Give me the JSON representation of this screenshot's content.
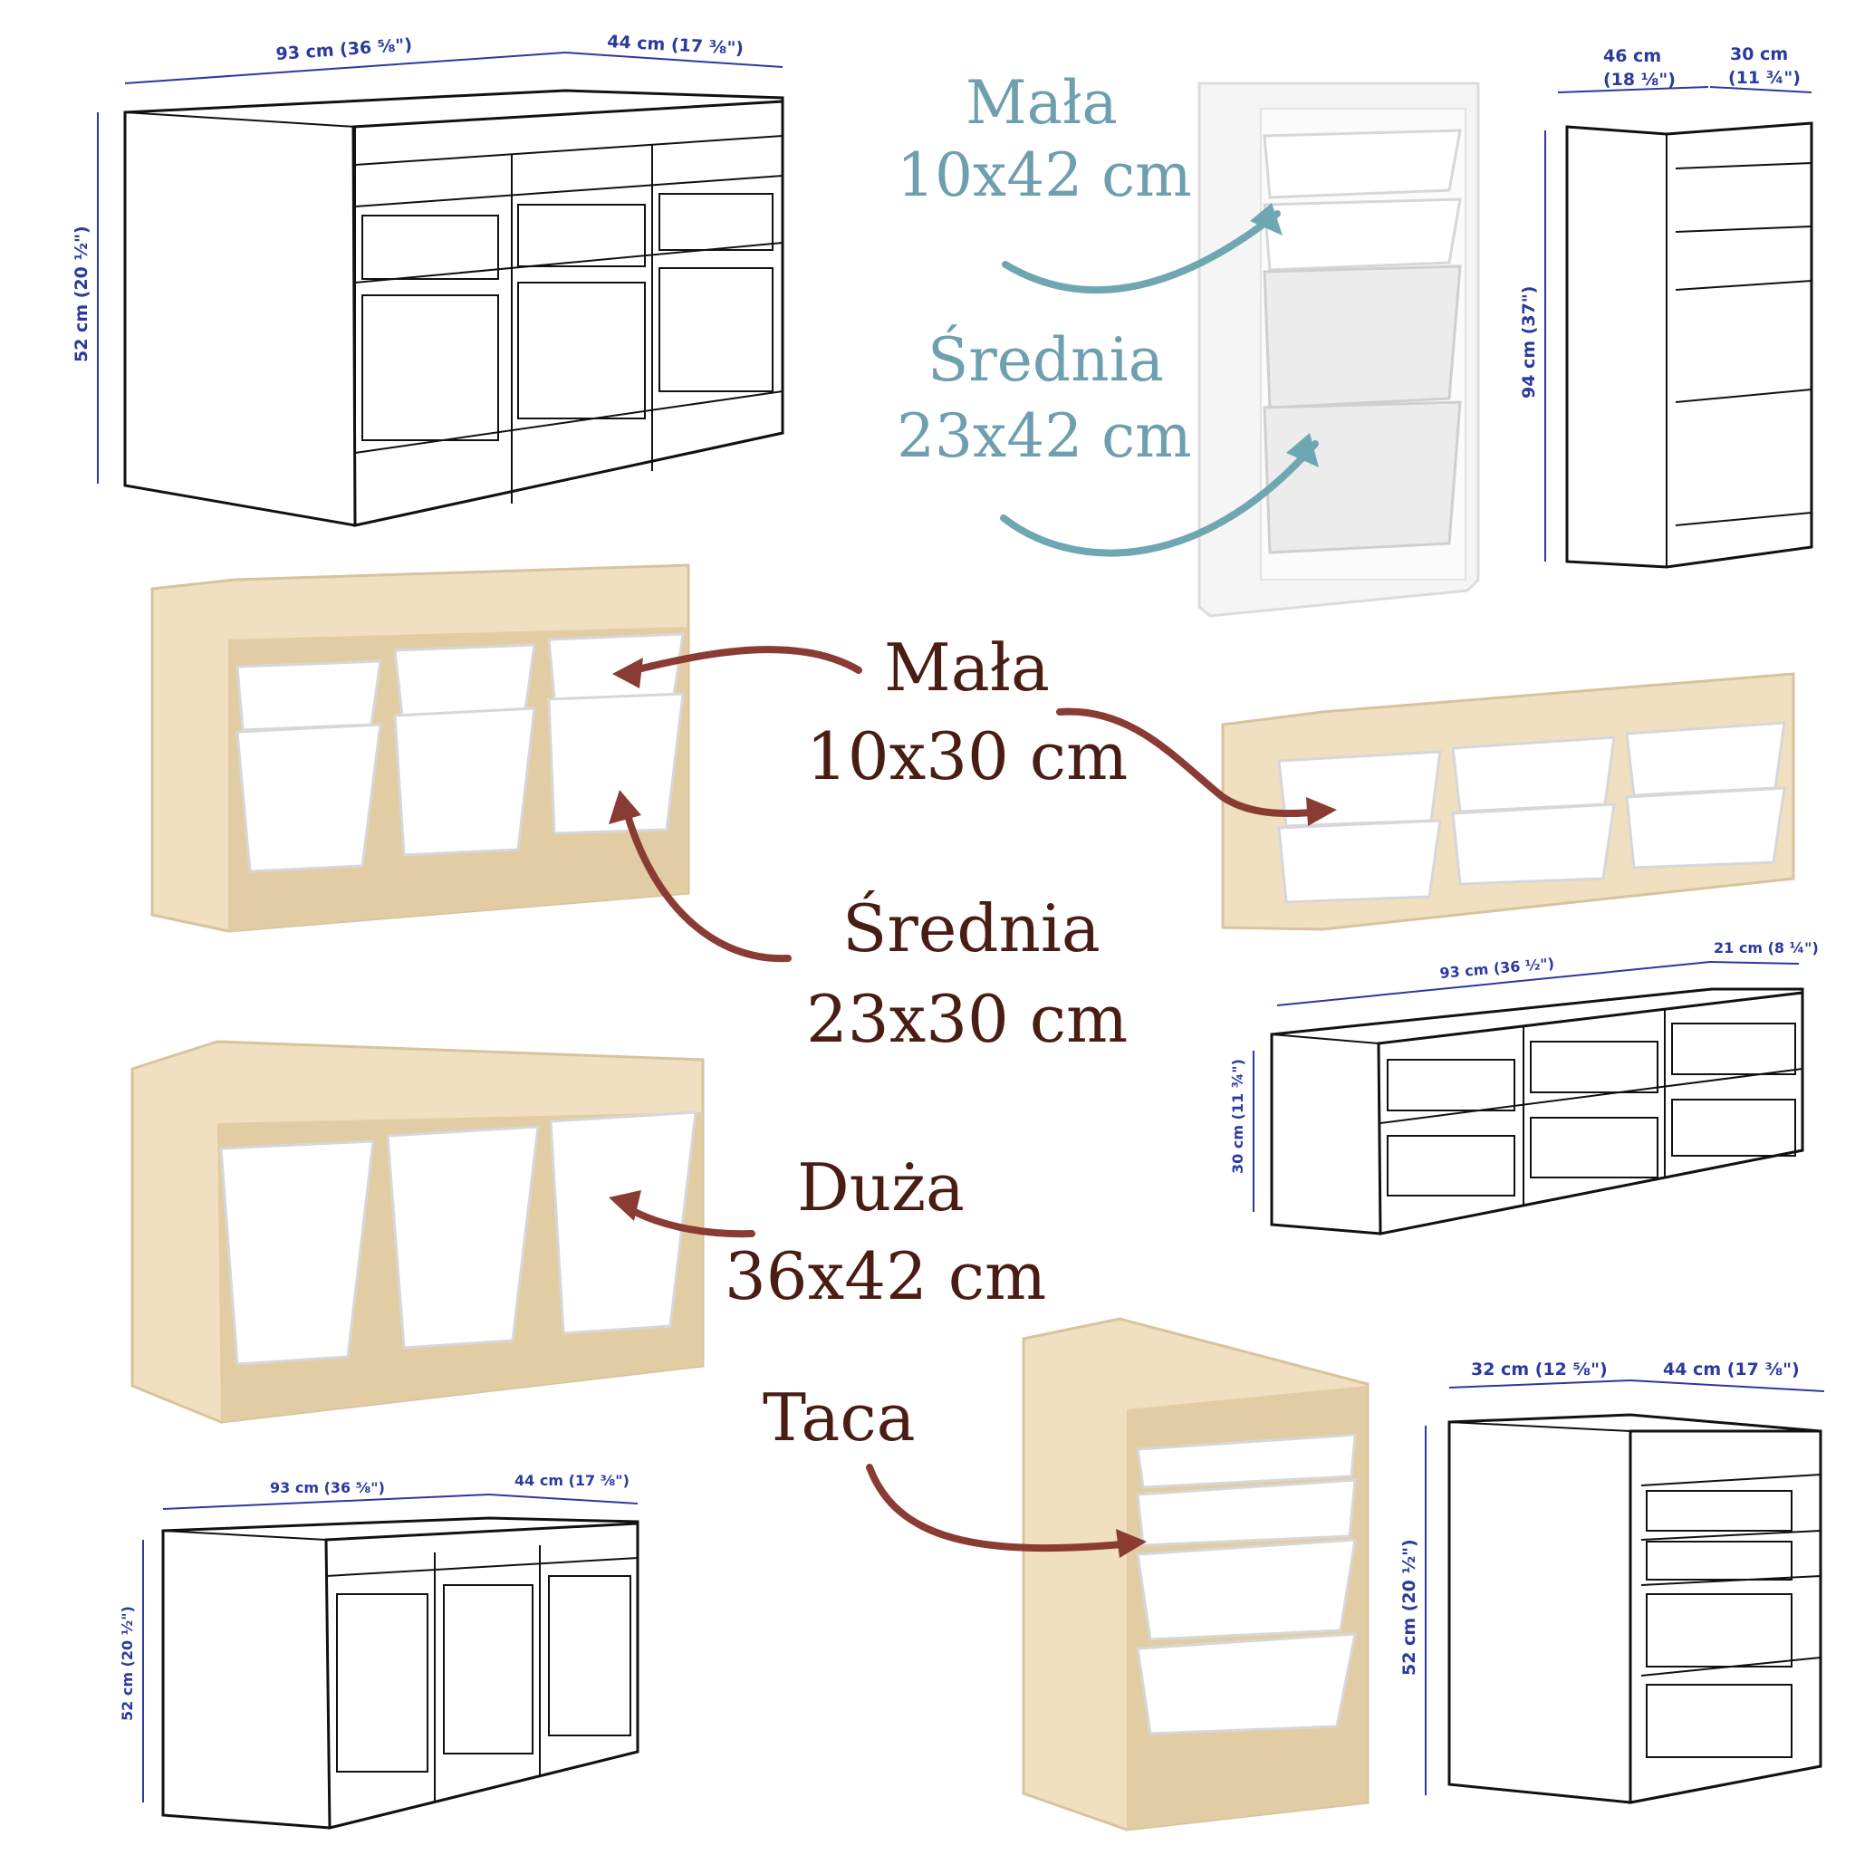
{
  "labels": {
    "small_42_name": "Mała",
    "small_42_size": "10x42 cm",
    "medium_42_name": "Średnia",
    "medium_42_size": "23x42 cm",
    "small_30_name": "Mała",
    "small_30_size": "10x30 cm",
    "medium_30_name": "Średnia",
    "medium_30_size": "23x30 cm",
    "large_name": "Duża",
    "large_size": "36x42 cm",
    "tray_name": "Taca"
  },
  "dimensions": {
    "top_left_width": "93 cm (36 ⅝\")",
    "top_left_depth": "44 cm (17 ⅜\")",
    "top_left_height": "52 cm (20 ½\")",
    "top_right_width": "46 cm",
    "top_right_width_in": "(18 ⅛\")",
    "top_right_depth": "30 cm",
    "top_right_depth_in": "(11 ¾\")",
    "top_right_height": "94 cm (37\")",
    "mid_right_width": "93 cm (36 ½\")",
    "mid_right_depth": "21 cm (8 ¼\")",
    "mid_right_height": "30 cm (11 ¾\")",
    "bottom_left_width": "93 cm (36 ⅝\")",
    "bottom_left_depth": "44 cm (17 ⅜\")",
    "bottom_left_height": "52 cm (20 ½\")",
    "bottom_right_width": "32 cm (12 ⅝\")",
    "bottom_right_depth": "44 cm (17 ⅜\")",
    "bottom_right_height": "52 cm (20 ½\")"
  },
  "colors": {
    "blue_label": "#6e9fae",
    "red_label": "#4a1d14",
    "dimension": "#2b3a9e",
    "wood": "#f0dfc1"
  }
}
